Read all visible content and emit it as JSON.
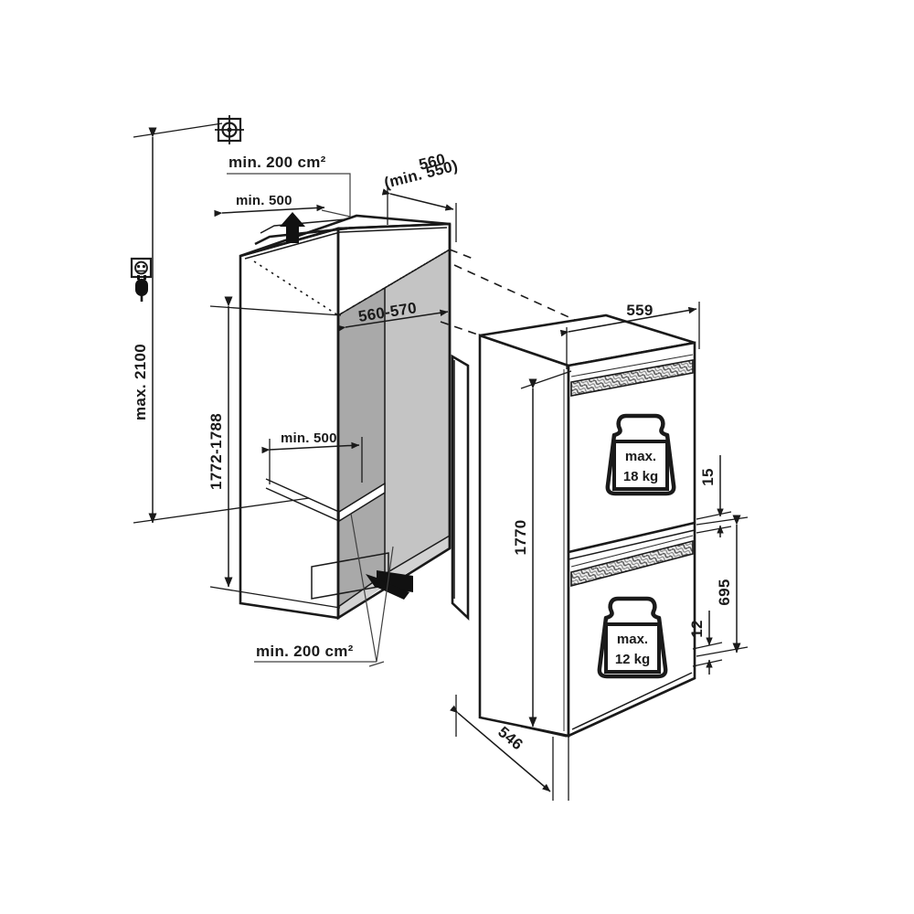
{
  "drawing": {
    "type": "appliance-installation-dimension-diagram",
    "subject": "Built-in fridge-freezer niche installation drawing",
    "units": "mm",
    "background_color": "#ffffff",
    "line_color": "#1a1a1a",
    "shade_dark": "#a9a9a9",
    "shade_light": "#c9c9c9"
  },
  "icons": {
    "fixing_point": "crosshair-target-icon",
    "socket": "power-socket-icon",
    "plug": "power-plug-icon",
    "airflow_up": "airflow-up-arrow-icon",
    "airflow_in": "airflow-in-arrow-icon",
    "weight_top": "weight-icon",
    "weight_bottom": "weight-icon"
  },
  "niche": {
    "name": "kitchen-niche-cabinet",
    "dimensions": {
      "overall_height_max": "max. 2100",
      "niche_height": "1772-1788",
      "niche_depth": "560",
      "niche_depth_min": "(min. 550)",
      "niche_width": "560-570",
      "vent_top_area": "min. 200 cm²",
      "vent_top_width": "min. 500",
      "vent_bottom_area": "min. 200 cm²",
      "vent_bottom_width": "min. 500"
    }
  },
  "appliance": {
    "name": "built-in-fridge-freezer",
    "dimensions": {
      "height": "1770",
      "width": "559",
      "depth": "546",
      "upper_door_gap": "15",
      "lower_door_height": "695",
      "plinth_gap": "12"
    },
    "doors": [
      {
        "name": "upper-door",
        "load_label_line1": "max.",
        "load_label_line2": "18 kg"
      },
      {
        "name": "lower-door",
        "load_label_line1": "max.",
        "load_label_line2": "12 kg"
      }
    ]
  },
  "labels": {
    "max_2100": "max. 2100",
    "h_1772_1788": "1772-1788",
    "d_560": "560",
    "d_min550": "(min. 550)",
    "w_560_570": "560-570",
    "vent_top_area": "min. 200 cm²",
    "vent_top_width": "min. 500",
    "vent_bot_area": "min. 200 cm²",
    "vent_bot_width": "min. 500",
    "w_559": "559",
    "h_1770": "1770",
    "d_546": "546",
    "g_15": "15",
    "h_695": "695",
    "g_12": "12",
    "kg18_l1": "max.",
    "kg18_l2": "18 kg",
    "kg12_l1": "max.",
    "kg12_l2": "12 kg"
  }
}
